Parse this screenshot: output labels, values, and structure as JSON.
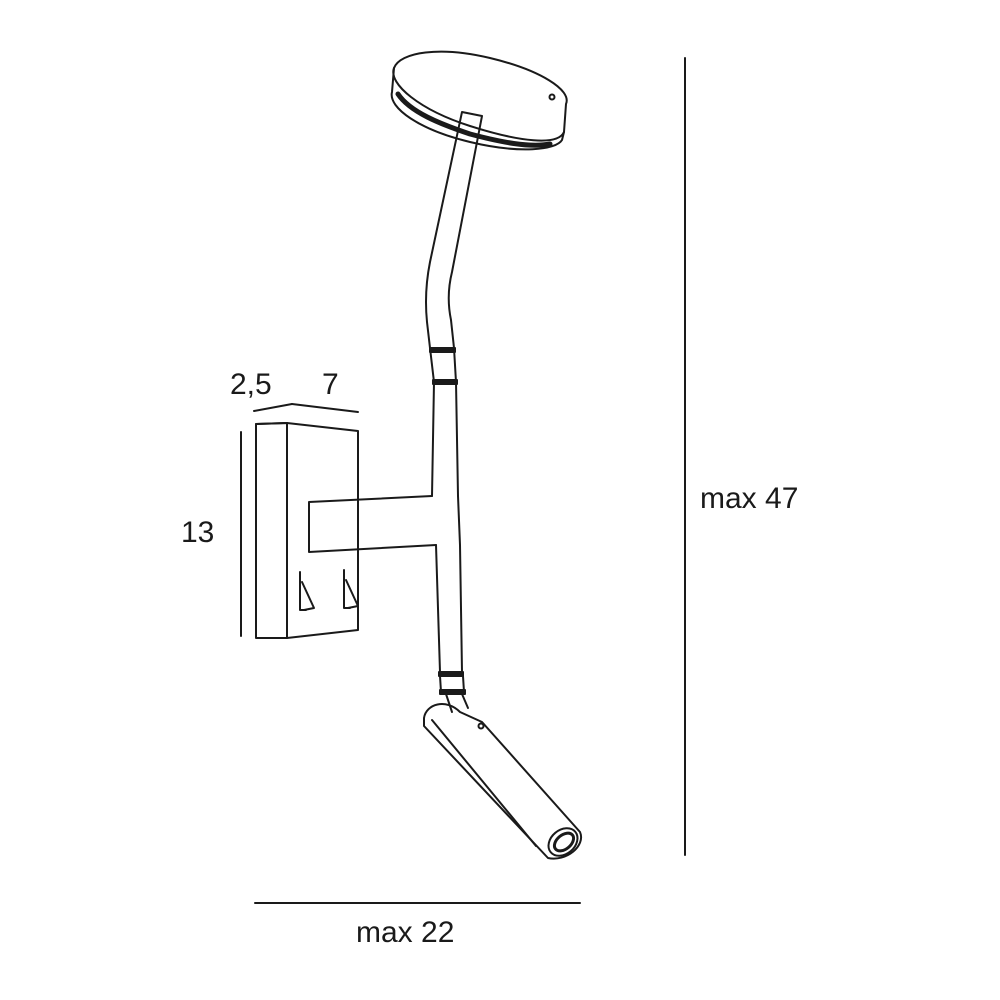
{
  "drawing": {
    "dimensions": {
      "depth_plate": "2,5",
      "depth_base": "7",
      "height_base": "13",
      "height_max": "max 47",
      "width_max": "max 22"
    },
    "colors": {
      "line": "#1a1a1a",
      "background": "#ffffff"
    }
  }
}
